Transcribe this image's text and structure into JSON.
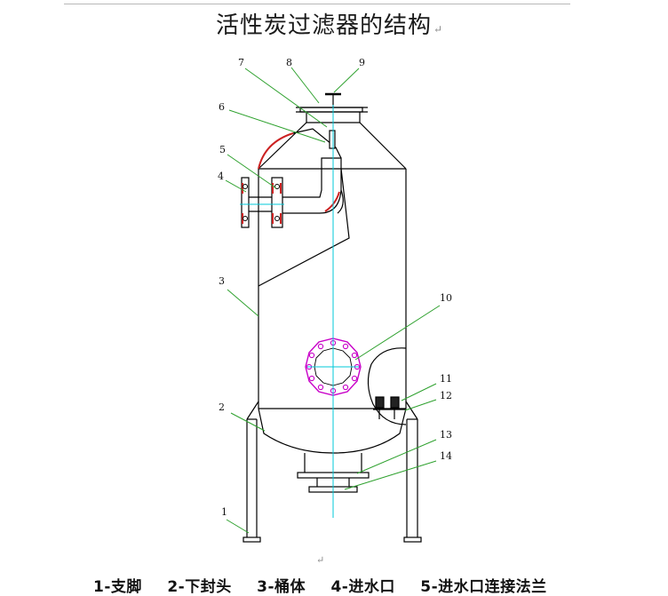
{
  "title": "活性炭过滤器的结构",
  "paragraph_mark": "↵",
  "callouts": [
    "1",
    "2",
    "3",
    "4",
    "5",
    "6",
    "7",
    "8",
    "9",
    "10",
    "11",
    "12",
    "13",
    "14"
  ],
  "caption_items": [
    "1-支脚",
    "2-下封头",
    "3-桶体",
    "4-进水口",
    "5-进水口连接法兰"
  ],
  "colors": {
    "line": "#000000",
    "centerline": "#00c8d8",
    "leader": "#2ea12e",
    "flange_outline": "#c800c8",
    "gasket": "#cc2222"
  }
}
